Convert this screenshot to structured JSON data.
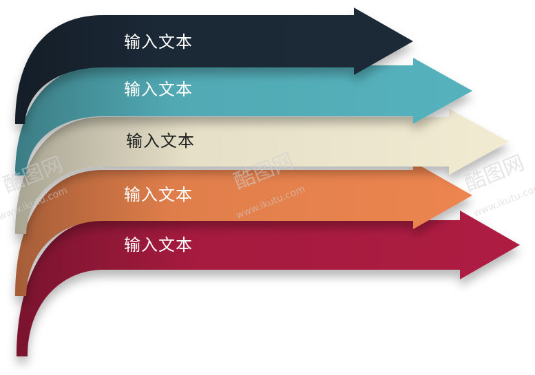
{
  "arrows": [
    {
      "label": "输入文本",
      "color": "#1b2a38",
      "text_color": "#ffffff"
    },
    {
      "label": "输入文本",
      "color": "#55b2bd",
      "text_color": "#ffffff"
    },
    {
      "label": "输入文本",
      "color": "#f1ebd2",
      "text_color": "#222222"
    },
    {
      "label": "输入文本",
      "color": "#ec8550",
      "text_color": "#ffffff"
    },
    {
      "label": "输入文本",
      "color": "#ae1a42",
      "text_color": "#ffffff"
    }
  ],
  "watermark": {
    "logo_text": "酷图网",
    "url_text": "www.ikutu.com"
  }
}
